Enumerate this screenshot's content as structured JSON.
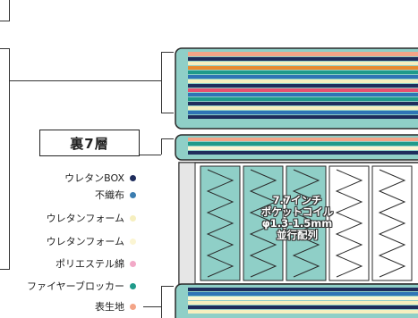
{
  "title": "裏7層",
  "legend": [
    {
      "label": "ウレタンBOX",
      "color": "#1f2d5c"
    },
    {
      "label": "不織布",
      "color": "#3c7db0"
    },
    {
      "label": "ウレタンフォーム",
      "color": "#f6efbf"
    },
    {
      "label": "ウレタンフォーム",
      "color": "#fbf5d3"
    },
    {
      "label": "ポリエステル綿",
      "color": "#f2a9c7"
    },
    {
      "label": "ファイヤーブロッカー",
      "color": "#1f9a8a"
    },
    {
      "label": "表生地",
      "color": "#f3a487"
    }
  ],
  "spring": {
    "line1": "7.7インチ",
    "line2": "ポケットコイル",
    "line3": "φ1.3-1.5mm",
    "line4": "並行配列"
  },
  "palette": {
    "teal_cover": "#8fcfc7",
    "navy": "#1f2d5c",
    "border": "#2a2a2a"
  }
}
